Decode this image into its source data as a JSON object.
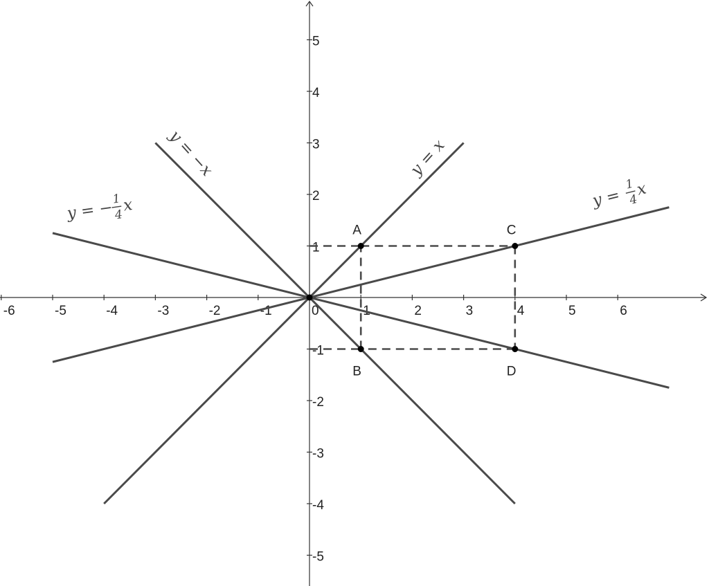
{
  "axes": {
    "x_ticks": [
      "-6",
      "-5",
      "-4",
      "-3",
      "-2",
      "-1",
      "0",
      "1",
      "2",
      "3",
      "4",
      "5",
      "6"
    ],
    "y_ticks": [
      "5",
      "4",
      "3",
      "2",
      "1",
      "-1",
      "-2",
      "-3",
      "-4",
      "-5"
    ]
  },
  "lines": [
    {
      "id": "y-eq-x",
      "label": "y = x",
      "slope": 1,
      "x_range": [
        -4,
        3
      ]
    },
    {
      "id": "y-eq-neg-x",
      "label": "y = −x",
      "slope": -1,
      "x_range": [
        -3,
        4
      ]
    },
    {
      "id": "y-eq-quarter-x",
      "label": "y = 1/4 x",
      "label_lhs": "y =",
      "label_num": "1",
      "label_den": "4",
      "label_var": "x",
      "slope": 0.25,
      "x_range": [
        -5,
        7
      ]
    },
    {
      "id": "y-eq-neg-quarter-x",
      "label": "y = −1/4 x",
      "label_lhs": "y = −",
      "label_num": "1",
      "label_den": "4",
      "label_var": "x",
      "slope": -0.25,
      "x_range": [
        -5,
        7
      ]
    }
  ],
  "points": [
    {
      "name": "A",
      "x": 1,
      "y": 1
    },
    {
      "name": "B",
      "x": 1,
      "y": -1
    },
    {
      "name": "C",
      "x": 4,
      "y": 1
    },
    {
      "name": "D",
      "x": 4,
      "y": -1
    }
  ],
  "rectangle": [
    "A",
    "C",
    "D",
    "B"
  ]
}
